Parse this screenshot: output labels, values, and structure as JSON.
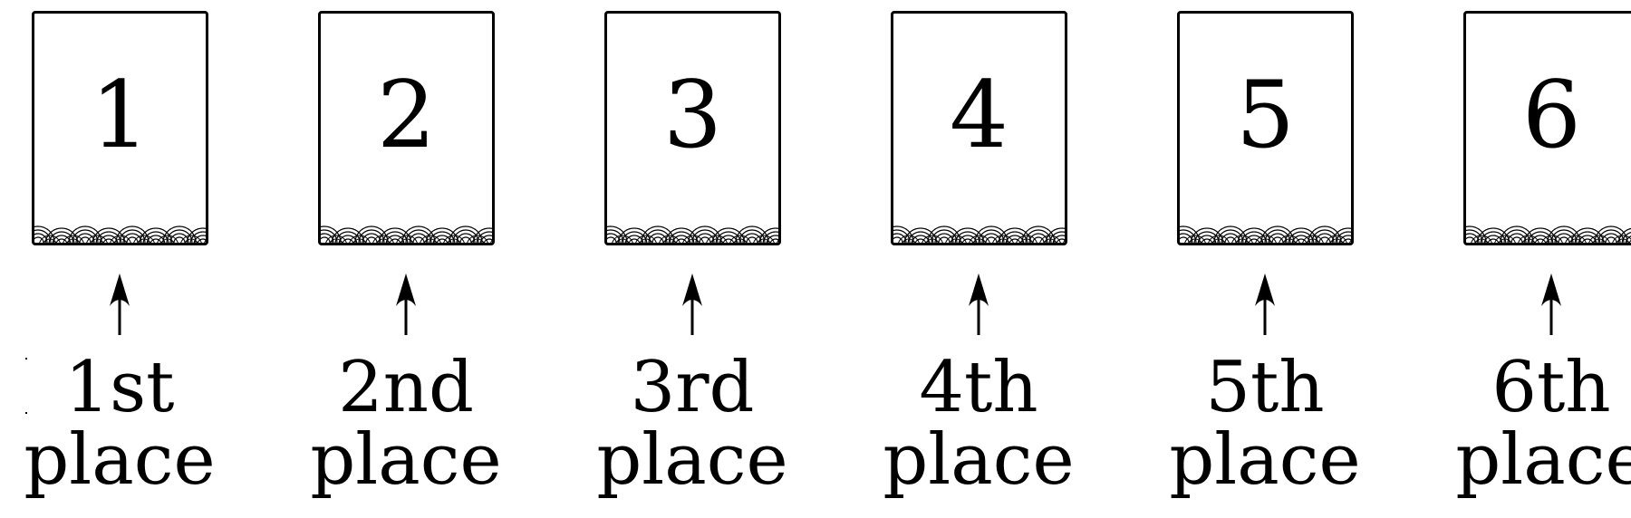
{
  "items": [
    {
      "number": "1",
      "ordinal": "1st",
      "word": "place"
    },
    {
      "number": "2",
      "ordinal": "2nd",
      "word": "place"
    },
    {
      "number": "3",
      "ordinal": "3rd",
      "word": "place"
    },
    {
      "number": "4",
      "ordinal": "4th",
      "word": "place"
    },
    {
      "number": "5",
      "ordinal": "5th",
      "word": "place"
    },
    {
      "number": "6",
      "ordinal": "6th",
      "word": "place"
    }
  ],
  "icons": {
    "arrow": "up-arrow-icon",
    "card_pattern": "scalloped-circles-pattern"
  },
  "colors": {
    "ink": "#000000",
    "background": "#ffffff"
  }
}
